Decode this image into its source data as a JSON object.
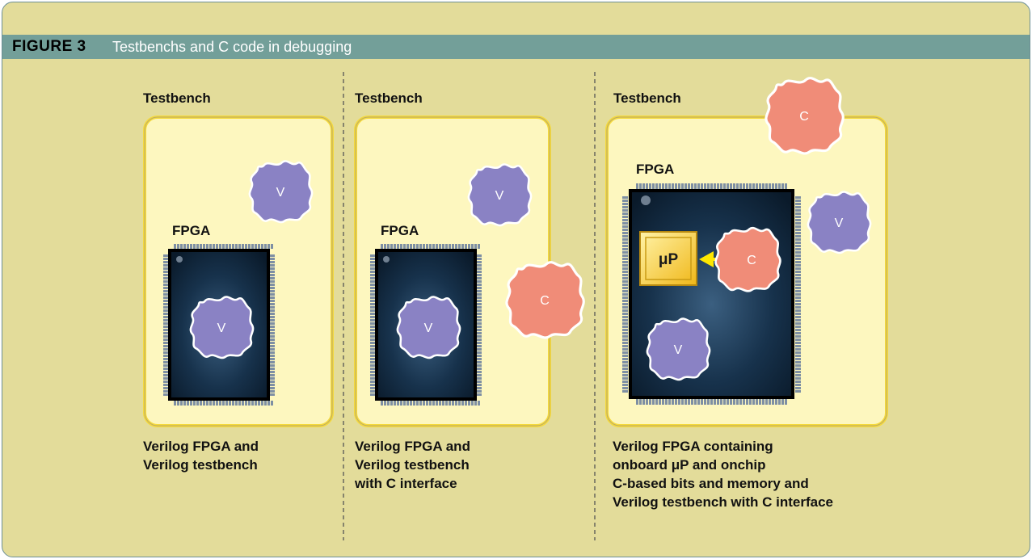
{
  "figure": {
    "number": "FIGURE 3",
    "title": "Testbenchs and C code in debugging"
  },
  "panels": [
    {
      "label": "Testbench",
      "chip_label": "FPGA",
      "caption_lines": [
        "Verilog FPGA and",
        "Verilog testbench"
      ],
      "blobs": [
        "V",
        "V"
      ]
    },
    {
      "label": "Testbench",
      "chip_label": "FPGA",
      "caption_lines": [
        "Verilog FPGA and",
        "Verilog testbench",
        "with C interface"
      ],
      "blobs": [
        "V",
        "V",
        "C"
      ]
    },
    {
      "label": "Testbench",
      "chip_label": "FPGA",
      "caption_lines": [
        "Verilog FPGA containing",
        "onboard μP and onchip",
        "C-based bits and memory and",
        "Verilog testbench with C interface"
      ],
      "blobs": [
        "C",
        "V",
        "C",
        "V"
      ],
      "processor_label": "μP"
    }
  ],
  "colors": {
    "background": "#e3dc9a",
    "header_bar": "#739f99",
    "testbench_fill": "#fdf7bf",
    "testbench_border": "#f4d93c",
    "chip_body": "#0d2336",
    "verilog_blob": "#8a82c4",
    "c_blob": "#f08c78",
    "processor": "#f3c52a",
    "arrow": "#ffe800"
  }
}
